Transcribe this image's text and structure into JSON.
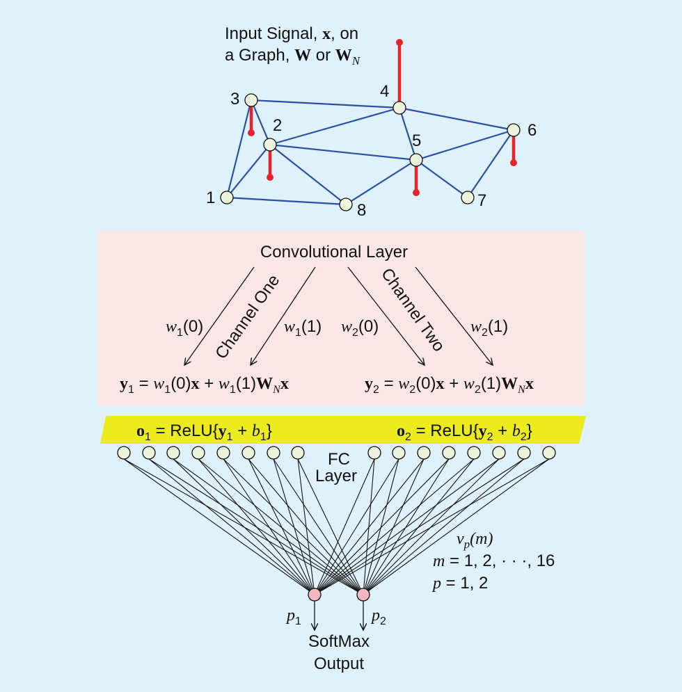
{
  "colors": {
    "background": "#dff1fb",
    "graph_edge": "#2b4fa6",
    "signal": "#e5232a",
    "node_fill": "#eef3de",
    "conv_box": "#fbe6e6",
    "relu_band": "#ecec1c",
    "output_node": "#f4b6c0"
  },
  "graph": {
    "title_line1_prefix": "Input Signal, ",
    "title_x": "x",
    "title_line1_suffix": ", on",
    "title_line2_prefix": "a Graph, ",
    "title_W": "W",
    "title_or": " or ",
    "title_WN": "W",
    "title_WN_sub": "N",
    "nodes": [
      {
        "label": "1",
        "signal": 0
      },
      {
        "label": "2",
        "signal": -1
      },
      {
        "label": "3",
        "signal": -1
      },
      {
        "label": "4",
        "signal": 2
      },
      {
        "label": "5",
        "signal": -1
      },
      {
        "label": "6",
        "signal": -1
      },
      {
        "label": "7",
        "signal": 0
      },
      {
        "label": "8",
        "signal": 0
      }
    ],
    "edges": [
      [
        1,
        3
      ],
      [
        1,
        2
      ],
      [
        1,
        8
      ],
      [
        2,
        3
      ],
      [
        2,
        8
      ],
      [
        2,
        4
      ],
      [
        2,
        5
      ],
      [
        3,
        4
      ],
      [
        4,
        5
      ],
      [
        4,
        6
      ],
      [
        5,
        6
      ],
      [
        5,
        7
      ],
      [
        6,
        7
      ],
      [
        5,
        8
      ]
    ]
  },
  "conv": {
    "title": "Convolutional Layer",
    "channel_one": "Channel One",
    "channel_two": "Channel Two",
    "w": "w",
    "sub1": "1",
    "sub2": "2",
    "arg0": "(0)",
    "arg1": "(1)",
    "eq_y": "y",
    "eq_eq": " = ",
    "eq_x": "x",
    "eq_plus": " + ",
    "eq_W": "W",
    "eq_N": "N"
  },
  "relu": {
    "o": "o",
    "prefix": " = ReLU{",
    "y": "y",
    "plus": " + ",
    "b": "b",
    "close": "}"
  },
  "fc": {
    "label_line1": "FC",
    "label_line2": "Layer",
    "node_count": 16,
    "v": "v",
    "v_sub": "p",
    "v_arg": "(m)",
    "m_var": "m",
    "m_text": " = 1, 2, · · ·, 16",
    "p_var": "p",
    "p_text": " = 1, 2"
  },
  "output": {
    "p": "p",
    "sub1": "1",
    "sub2": "2",
    "line1": "SoftMax",
    "line2": "Output"
  }
}
